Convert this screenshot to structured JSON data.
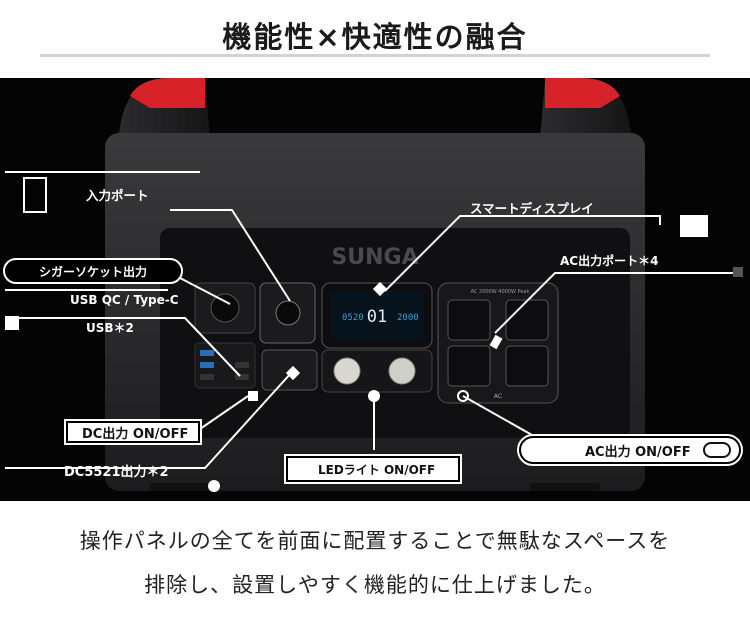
{
  "title": "機能性×快適性の融合",
  "brand": "SUNGA",
  "display": {
    "left_top": "0520",
    "center": "01",
    "right_top": "2000"
  },
  "ac_panel_header": "AC 2000W 4000W Peak",
  "ac_panel_tag": "AC",
  "labels": {
    "input_port": "入力ポート",
    "smart_display": "スマートディスプレイ",
    "cigar_socket": "シガーソケット出力",
    "usb_qc": "USB QC / Type-C",
    "usb_count": "USB＊2",
    "ac_port": "AC出力ポート＊4",
    "dc_out": "DC出力 ON/OFF",
    "dc5521": "DC5521出力＊2",
    "led_light": "LEDライト ON/OFF",
    "ac_out": "AC出力 ON/OFF"
  },
  "caption": {
    "line1": "操作パネルの全てを前面に配置することで無駄なスペースを",
    "line2": "排除し、設置しやすく機能的に仕上げました。"
  },
  "colors": {
    "accent": "#e0252a",
    "body": "#2a2a2c",
    "panel": "#141416",
    "screen": "#3aa0d8"
  }
}
